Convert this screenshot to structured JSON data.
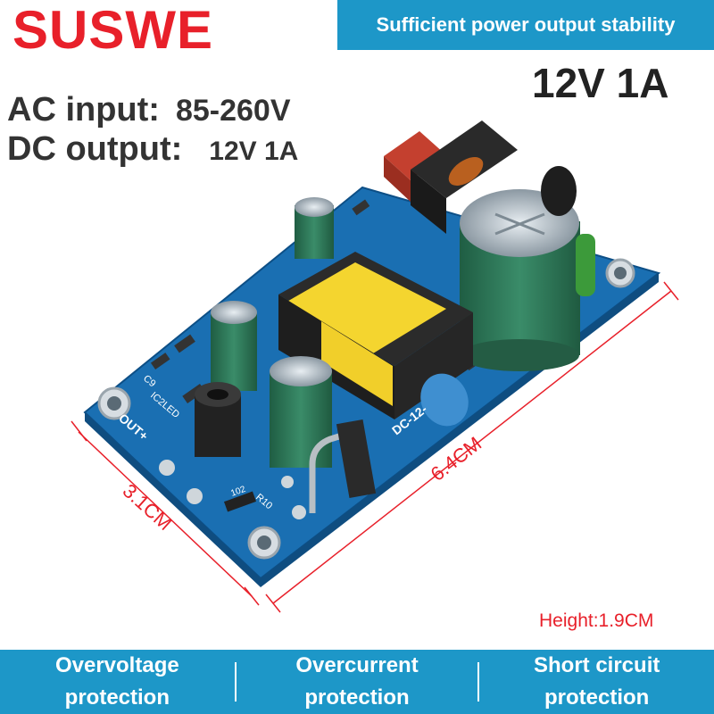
{
  "brand": "SUSWE",
  "banner": "Sufficient power output stability",
  "rating": "12V 1A",
  "specs": [
    {
      "label": "AC input:",
      "value": "85-260V"
    },
    {
      "label": "DC output:",
      "value": "12V 1A"
    }
  ],
  "dimensions": {
    "width": "3.1CM",
    "length": "6.4CM",
    "height": "Height:1.9CM"
  },
  "board_labels": {
    "out": "OUT+",
    "model": "DC-12-",
    "r10": "R10",
    "r102": "102",
    "ic2led": "IC2LED",
    "c9": "C9"
  },
  "features": [
    "Overvoltage protection",
    "Overcurrent protection",
    "Short circuit protection"
  ],
  "colors": {
    "brand": "#e8202a",
    "banner": "#1d97c8",
    "pcb": "#1b6fb0",
    "transformer": "#f1d02a",
    "capacitor": "#2f7a5a"
  }
}
